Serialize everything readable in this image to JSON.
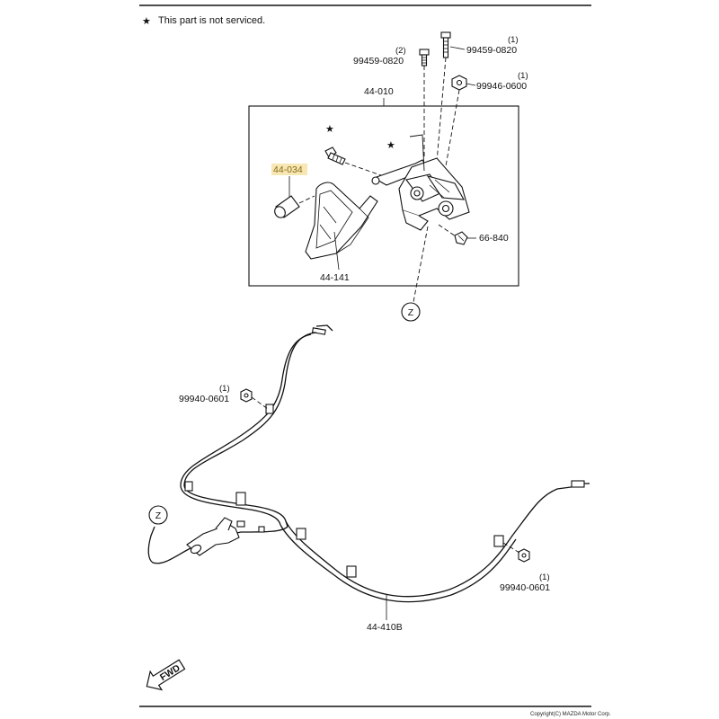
{
  "note": {
    "star": "★",
    "text": "This part is not serviced."
  },
  "callouts": {
    "bolt_left": {
      "qty": "(2)",
      "part": "99459-0820"
    },
    "bolt_right": {
      "qty": "(1)",
      "part": "99459-0820"
    },
    "nut_top": {
      "qty": "(1)",
      "part": "99946-0600"
    },
    "assembly": {
      "part": "44-010"
    },
    "pad_insert": {
      "part": "44-034"
    },
    "pedal": {
      "part": "44-141"
    },
    "clip": {
      "part": "66-840"
    },
    "nut_cable_l": {
      "qty": "(1)",
      "part": "99940-0601"
    },
    "nut_cable_r": {
      "qty": "(1)",
      "part": "99940-0601"
    },
    "cable": {
      "part": "44-410B"
    }
  },
  "markers": {
    "z_top": "Z",
    "z_left": "Z"
  },
  "fwd": "FWD",
  "copyright": "Copyright(C) MAZDA Motor Corp."
}
